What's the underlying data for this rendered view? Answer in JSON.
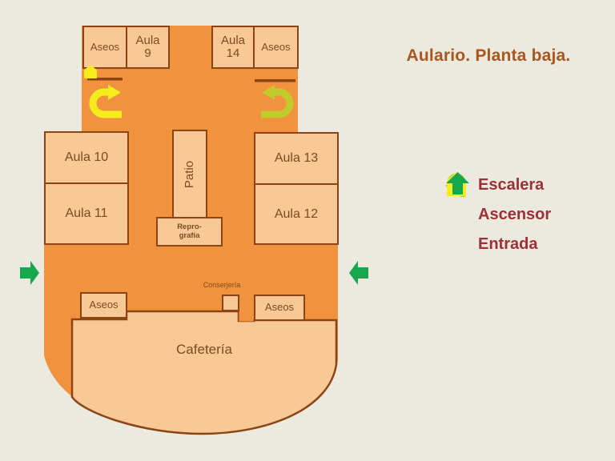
{
  "title": "Aulario. Planta baja.",
  "rooms": {
    "aseos_top_left": "Aseos",
    "aula_9": "Aula\n9",
    "aula_14": "Aula\n14",
    "aseos_top_right": "Aseos",
    "aula_10": "Aula 10",
    "aula_11": "Aula 11",
    "aula_13": "Aula 13",
    "aula_12": "Aula 12",
    "patio": "Patio",
    "reprografia": "Repro-\ngrafía",
    "conserjeria": "Conserjería",
    "aseos_bottom_left": "Aseos",
    "aseos_bottom_right": "Aseos",
    "cafeteria": "Cafetería"
  },
  "legend": {
    "items": [
      {
        "icon": "stairs-uturn-arrow-icon",
        "label": "Escalera",
        "color": "#C2CB2B"
      },
      {
        "icon": "elevator-pentagon-icon",
        "label": "Ascensor",
        "color": "#F5EC1C"
      },
      {
        "icon": "entrance-arrow-icon",
        "label": "Entrada",
        "color": "#17A74F"
      }
    ]
  },
  "icons": {
    "stairs_marker_left": "u-turn-arrow-pointing-right",
    "stairs_marker_right": "u-turn-arrow-pointing-left",
    "elevator_marker": "yellow-house-pentagon",
    "entrance_marker_left": "green-arrow-right",
    "entrance_marker_right": "green-arrow-left"
  },
  "colors": {
    "background": "#ECEADE",
    "building": "#F0923E",
    "room_fill": "#F8C997",
    "wall_border": "#8C4512",
    "room_text": "#7E4A1C",
    "title_text": "#A8571E",
    "legend_text": "#9C3038",
    "stairs_yellow": "#F5EC1C",
    "stairs_olive": "#C2CB2B",
    "entrance_green": "#17A74F"
  }
}
